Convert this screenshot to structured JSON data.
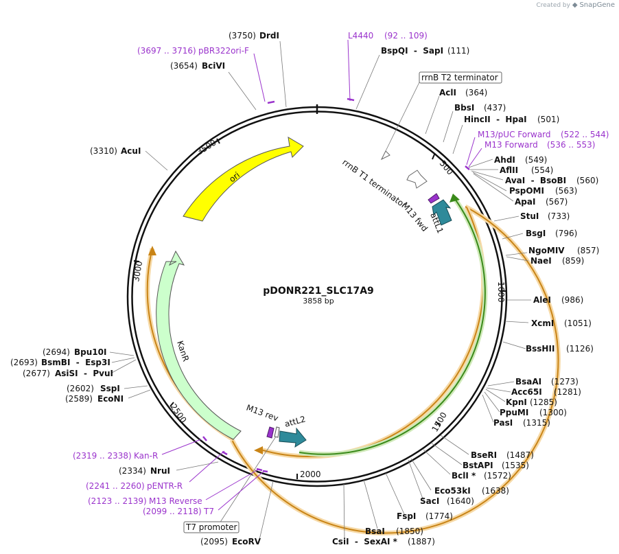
{
  "credit": {
    "prefix": "Created by",
    "brand": "SnapGene"
  },
  "plasmid": {
    "name": "pDONR221_SLC17A9",
    "length_label": "3858 bp",
    "length": 3858
  },
  "ticks": [
    "500",
    "1000",
    "1500",
    "2000",
    "2500",
    "3000",
    "3500"
  ],
  "enzymes": [
    {
      "name": "DrdI",
      "pos": "(3750)"
    },
    {
      "name": "BciVI",
      "pos": "(3654)"
    },
    {
      "name": "BspQI  -  SapI",
      "pos": "(111)"
    },
    {
      "name": "AclI",
      "pos": "(364)"
    },
    {
      "name": "BbsI",
      "pos": "(437)"
    },
    {
      "name": "HincII  -  HpaI",
      "pos": "(501)"
    },
    {
      "name": "AhdI",
      "pos": "(549)"
    },
    {
      "name": "AflII",
      "pos": "(554)"
    },
    {
      "name": "AvaI  -  BsoBI",
      "pos": "(560)"
    },
    {
      "name": "PspOMI",
      "pos": "(563)"
    },
    {
      "name": "ApaI",
      "pos": "(567)"
    },
    {
      "name": "StuI",
      "pos": "(733)"
    },
    {
      "name": "BsgI",
      "pos": "(796)"
    },
    {
      "name": "NgoMIV",
      "pos": "(857)"
    },
    {
      "name": "NaeI",
      "pos": "(859)"
    },
    {
      "name": "AleI",
      "pos": "(986)"
    },
    {
      "name": "XcmI",
      "pos": "(1051)"
    },
    {
      "name": "BssHII",
      "pos": "(1126)"
    },
    {
      "name": "BsaAI",
      "pos": "(1273)"
    },
    {
      "name": "Acc65I",
      "pos": "(1281)"
    },
    {
      "name": "KpnI",
      "pos": "(1285)"
    },
    {
      "name": "PpuMI",
      "pos": "(1300)"
    },
    {
      "name": "PasI",
      "pos": "(1315)"
    },
    {
      "name": "BseRI",
      "pos": "(1487)"
    },
    {
      "name": "BstAPI",
      "pos": "(1535)"
    },
    {
      "name": "BclI *",
      "pos": "(1572)"
    },
    {
      "name": "Eco53kI",
      "pos": "(1638)"
    },
    {
      "name": "SacI",
      "pos": "(1640)"
    },
    {
      "name": "FspI",
      "pos": "(1774)"
    },
    {
      "name": "BsaI",
      "pos": "(1850)"
    },
    {
      "name": "CsiI  -  SexAI *",
      "pos": "(1887)"
    },
    {
      "name": "EcoRV",
      "pos": "(2095)"
    },
    {
      "name": "NruI",
      "pos": "(2334)"
    },
    {
      "name": "EcoNI",
      "pos": "(2589)"
    },
    {
      "name": "SspI",
      "pos": "(2602)"
    },
    {
      "name": "AsiSI  -  PvuI",
      "pos": "(2677)"
    },
    {
      "name": "BsmBI  -  Esp3I",
      "pos": "(2693)"
    },
    {
      "name": "Bpu10I",
      "pos": "(2694)"
    },
    {
      "name": "AcuI",
      "pos": "(3310)"
    }
  ],
  "primers": [
    {
      "name": "L4440",
      "range": "(92 .. 109)"
    },
    {
      "name": "pBR322ori-F",
      "range": "(3697 .. 3716)"
    },
    {
      "name": "M13/pUC Forward",
      "range": "(522 .. 544)"
    },
    {
      "name": "M13 Forward",
      "range": "(536 .. 553)"
    },
    {
      "name": "Kan-R",
      "range": "(2319 .. 2338)"
    },
    {
      "name": "pENTR-R",
      "range": "(2241 .. 2260)"
    },
    {
      "name": "M13 Reverse",
      "range": "(2123 .. 2139)"
    },
    {
      "name": "T7",
      "range": "(2099 .. 2118)"
    }
  ],
  "features": {
    "ori": "ori",
    "kanr": "KanR",
    "rrnb_t1": "rrnB T1 terminator",
    "rrnb_t2": "rrnB T2 terminator",
    "m13fwd": "M13 fwd",
    "attl1": "attL1",
    "m13rev": "M13 rev",
    "attl2": "attL2",
    "t7prom": "T7 promoter"
  },
  "colors": {
    "ori": "#ffff00",
    "kanr": "#ccffcc",
    "attl": "#2e8a9a",
    "primer": "#9a33cc",
    "insert_green": "#3a8a1a",
    "insert_orange": "#d08c1a"
  }
}
